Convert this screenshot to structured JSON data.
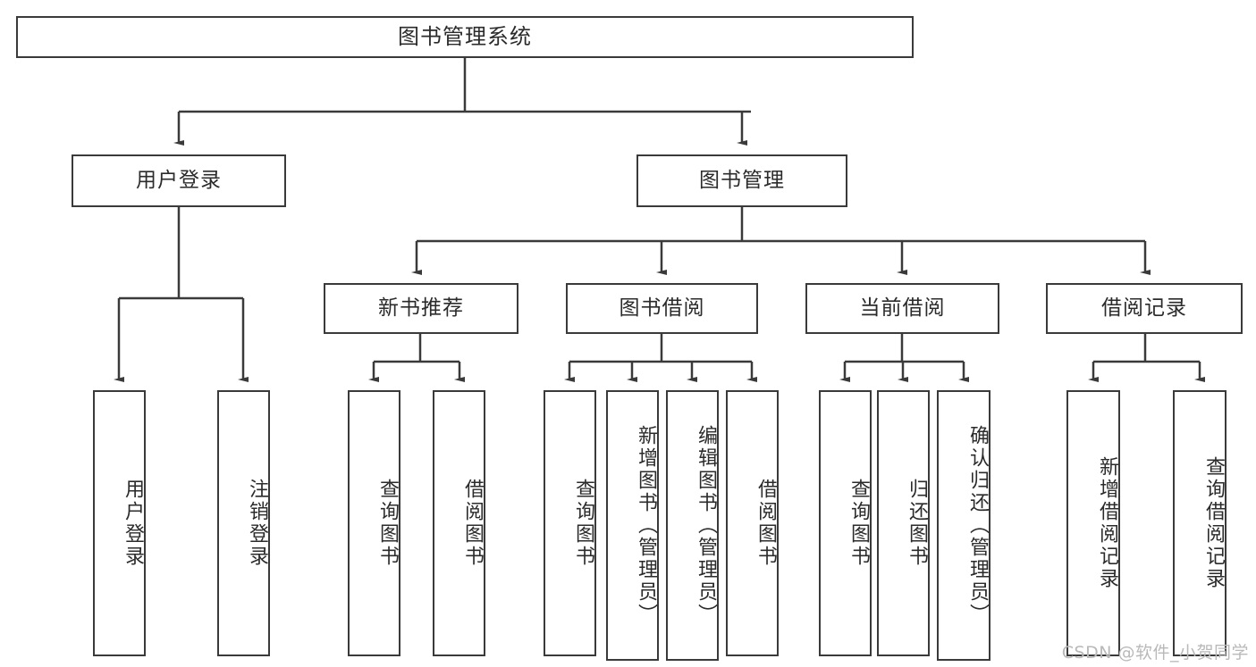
{
  "diagram": {
    "type": "tree",
    "title": "图书管理系统",
    "watermark": "CSDN @软件_小贺同学",
    "colors": {
      "stroke": "#3a3a3a",
      "fill": "#ffffff",
      "text": "#2b2b2b",
      "watermark": "#b9b9b9"
    },
    "levels": {
      "root": {
        "label": "图书管理系统"
      },
      "level2": [
        {
          "id": "user-login",
          "label": "用户登录"
        },
        {
          "id": "book-management",
          "label": "图书管理"
        }
      ],
      "level3": [
        {
          "id": "new-book-recommend",
          "label": "新书推荐",
          "parent": "book-management"
        },
        {
          "id": "book-borrow",
          "label": "图书借阅",
          "parent": "book-management"
        },
        {
          "id": "current-borrow",
          "label": "当前借阅",
          "parent": "book-management"
        },
        {
          "id": "borrow-record",
          "label": "借阅记录",
          "parent": "book-management"
        }
      ],
      "leaves": [
        {
          "id": "leaf-user-login",
          "label": "用户登录",
          "parent": "user-login"
        },
        {
          "id": "leaf-logout",
          "label": "注销登录",
          "parent": "user-login"
        },
        {
          "id": "leaf-query-book-1",
          "label": "查询图书",
          "parent": "new-book-recommend"
        },
        {
          "id": "leaf-borrow-book-1",
          "label": "借阅图书",
          "parent": "new-book-recommend"
        },
        {
          "id": "leaf-query-book-2",
          "label": "查询图书",
          "parent": "book-borrow"
        },
        {
          "id": "leaf-add-book",
          "label": "新增图书（管理员）",
          "parent": "book-borrow"
        },
        {
          "id": "leaf-edit-book",
          "label": "编辑图书（管理员）",
          "parent": "book-borrow"
        },
        {
          "id": "leaf-borrow-book-2",
          "label": "借阅图书",
          "parent": "book-borrow"
        },
        {
          "id": "leaf-query-book-3",
          "label": "查询图书",
          "parent": "current-borrow"
        },
        {
          "id": "leaf-return-book",
          "label": "归还图书",
          "parent": "current-borrow"
        },
        {
          "id": "leaf-confirm-return",
          "label": "确认归还（管理员）",
          "parent": "current-borrow"
        },
        {
          "id": "leaf-add-record",
          "label": "新增借阅记录",
          "parent": "borrow-record"
        },
        {
          "id": "leaf-query-record",
          "label": "查询借阅记录",
          "parent": "borrow-record"
        }
      ]
    }
  }
}
